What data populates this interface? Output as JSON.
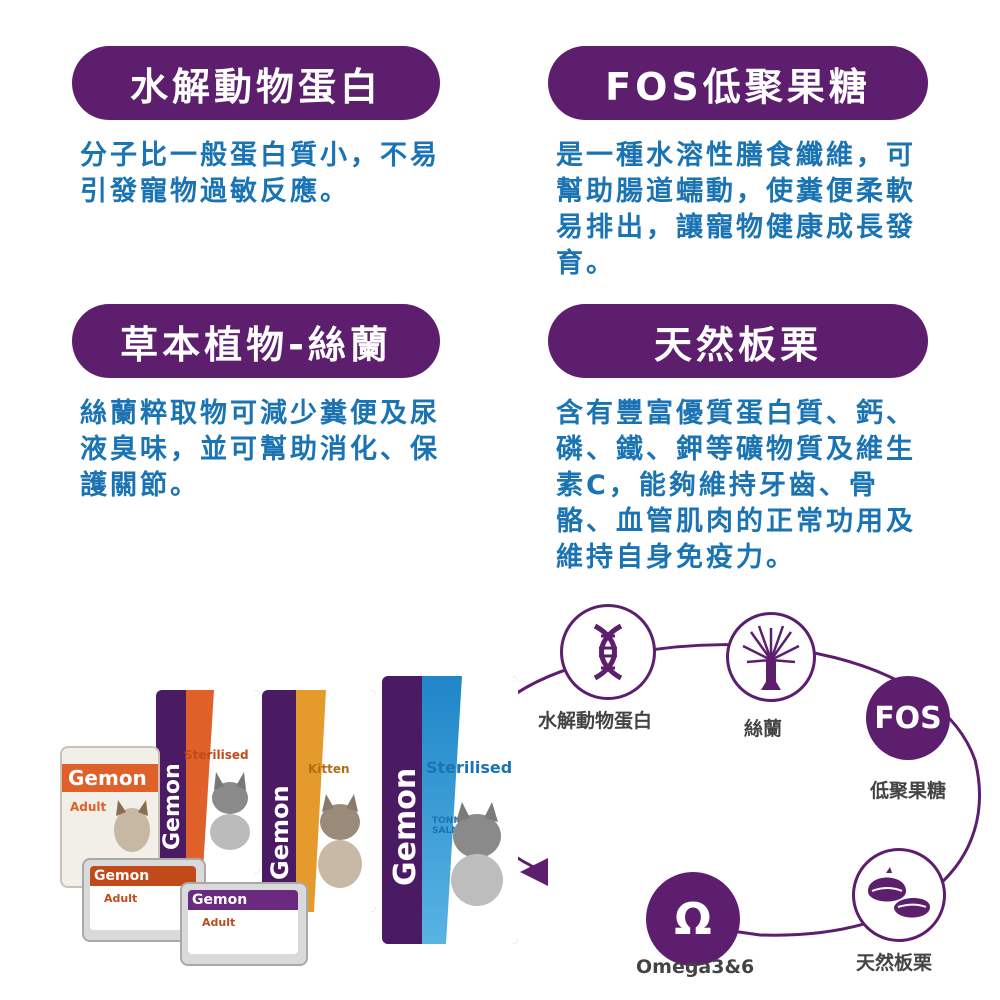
{
  "features": [
    {
      "title": "水解動物蛋白",
      "desc": "分子比一般蛋白質小，不易引發寵物過敏反應。"
    },
    {
      "title": "FOS低聚果糖",
      "desc": "是一種水溶性膳食纖維，可幫助腸道蠕動，使糞便柔軟易排出，讓寵物健康成長發育。"
    },
    {
      "title": "草本植物-絲蘭",
      "desc": "絲蘭粹取物可減少糞便及尿液臭味，並可幫助消化、保護關節。"
    },
    {
      "title": "天然板栗",
      "desc": "含有豐富優質蛋白質、鈣、磷、鐵、鉀等礦物質及維生素C，能夠維持牙齒、骨骼、血管肌肉的正常功用及維持自身免疫力。"
    }
  ],
  "cycle": {
    "protein_label": "水解動物蛋白",
    "yucca_label": "絲蘭",
    "fos_badge": "FOS",
    "fos_label": "低聚果糖",
    "omega_symbol": "Ω",
    "omega_label": "Omega3&6",
    "chestnut_label": "天然板栗"
  },
  "products": {
    "brand": "Gemon",
    "can_label": "Adult",
    "bag1_label": "Sterilised",
    "bag2_label": "Kitten",
    "bag3_label": "Sterilised",
    "bag3_sub": "TONNO E SALMONE",
    "tray1_label": "Adult",
    "tray2_label": "Adult"
  },
  "colors": {
    "pill": "#5d1e6e",
    "text": "#1a73b3",
    "caption": "#444444"
  }
}
